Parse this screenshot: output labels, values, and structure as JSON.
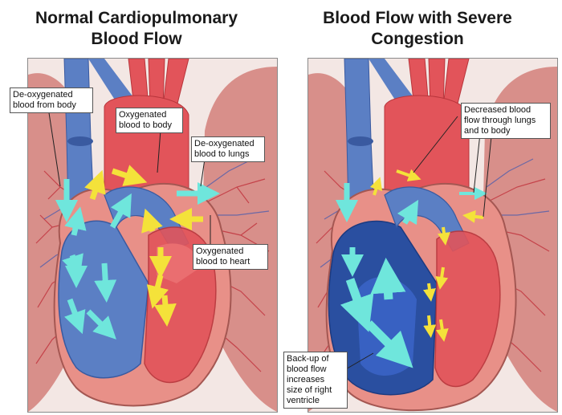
{
  "titles": {
    "left": [
      "Normal Cardiopulmonary",
      "Blood Flow"
    ],
    "right": [
      "Blood Flow with Severe",
      "Congestion"
    ]
  },
  "labels": {
    "deoxy_body": [
      "De-oxygenated",
      "blood from body"
    ],
    "oxy_body": [
      "Oxygenated",
      "blood to body"
    ],
    "deoxy_lungs": [
      "De-oxygenated",
      "blood to lungs"
    ],
    "oxy_heart": [
      "Oxygenated",
      "blood to heart"
    ],
    "decreased": [
      "Decreased blood",
      "flow through lungs",
      "and to body"
    ],
    "backup": [
      "Back-up of",
      "blood flow",
      "increases",
      "size of right",
      "ventricle"
    ]
  },
  "colors": {
    "deoxy_blue": "#5b7fc4",
    "oxy_red": "#e2545a",
    "heart_pink": "#e89088",
    "lung_pink": "#d88f8a",
    "congested_blue": "#2a4fa0",
    "arrow_cyan": "#6fe6dc",
    "arrow_yellow": "#f4e23a"
  }
}
